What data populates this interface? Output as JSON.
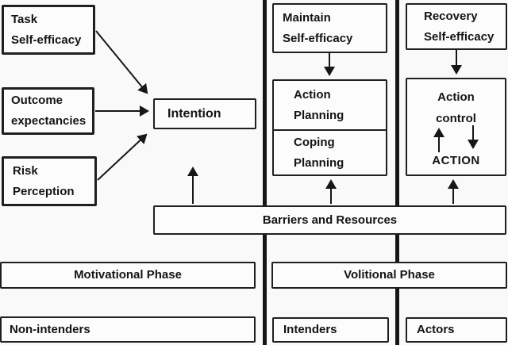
{
  "diagram_title": "HAPA model diagram",
  "boxes": {
    "task_self_efficacy": "Task\nSelf-efficacy",
    "outcome_expectancies": "Outcome\nexpectancies",
    "risk_perception": "Risk\nPerception",
    "intention": "Intention",
    "maintain_self_efficacy": "Maintain\nSelf-efficacy",
    "action_planning": "Action\nPlanning",
    "coping_planning": "Coping\nPlanning",
    "recovery_self_efficacy": "Recovery\nSelf-efficacy",
    "action_control": "Action\ncontrol",
    "action_caps": "ACTION",
    "barriers_resources": "Barriers and Resources",
    "motivational_phase": "Motivational Phase",
    "volitional_phase": "Volitional Phase",
    "non_intenders": "Non-intenders",
    "intenders": "Intenders",
    "actors": "Actors"
  },
  "colors": {
    "line": "#161616",
    "border": "#1f1f1f",
    "background": "#f9f9f9",
    "box_fill": "#fcfcfc"
  }
}
